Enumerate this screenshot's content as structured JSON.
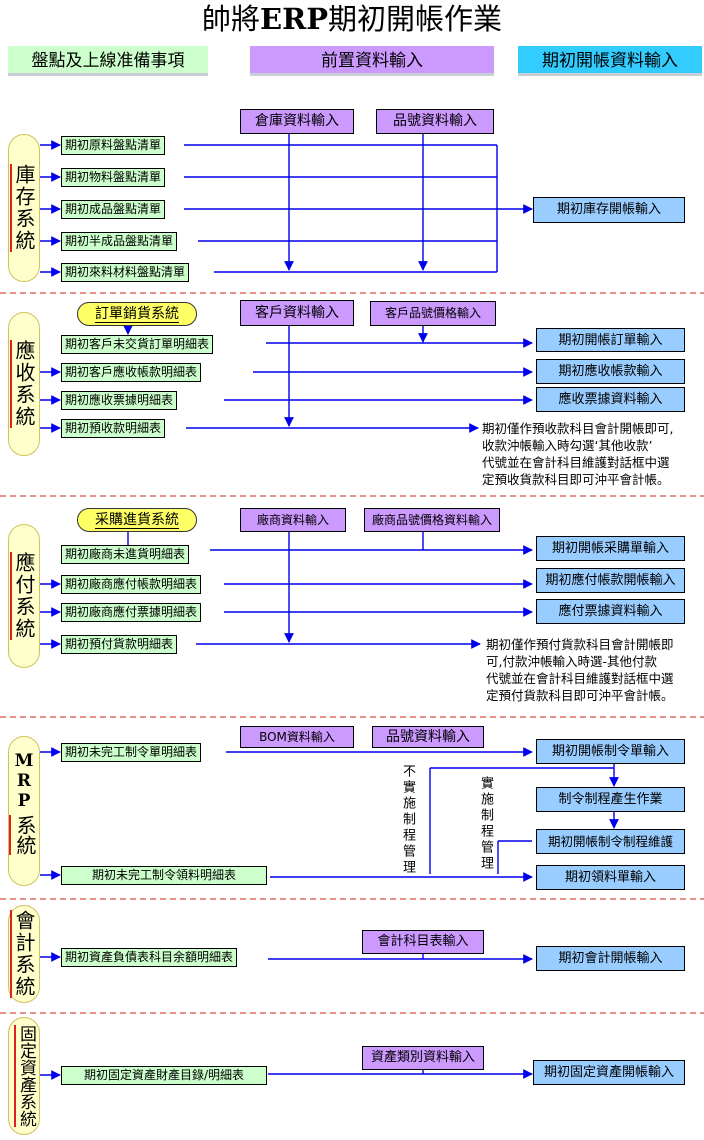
{
  "title_prefix": "帥將",
  "title_bold": "ERP",
  "title_suffix": "期初開帳作業",
  "headers": {
    "left": "盤點及上線准備事項",
    "middle": "前置資料輸入",
    "right": "期初開帳資料輸入"
  },
  "inventory": {
    "side_label": "庫存系統",
    "sources": [
      "期初原料盤點清單",
      "期初物料盤點清單",
      "期初成品盤點清單",
      "期初半成品盤點清單",
      "期初來料材料盤點清單"
    ],
    "masters": [
      "倉庫資料輸入",
      "品號資料輸入"
    ],
    "targets": [
      "期初庫存開帳輸入"
    ]
  },
  "receivable": {
    "side_label": "應收系統",
    "subsystem": "訂單銷貨系統",
    "sources": [
      "期初客戶未交貨訂單明細表",
      "期初客戶應收帳款明細表",
      "期初應收票據明細表",
      "期初預收款明細表"
    ],
    "masters": [
      "客戶資料輸入",
      "客戶品號價格輸入"
    ],
    "targets": [
      "期初開帳訂單輸入",
      "期初應收帳款輸入",
      "應收票據資料輸入"
    ],
    "note": [
      "期初僅作預收款科目會計開帳即可,",
      "收款沖帳輸入時勾選‘其他收款’",
      "代號並在會計科目維護對話框中選",
      "定預收貨款科目即可沖平會計帳。"
    ]
  },
  "payable": {
    "side_label": "應付系統",
    "subsystem": "采購進貨系統",
    "sources": [
      "期初廠商未進貨明細表",
      "期初廠商應付帳款明細表",
      "期初廠商應付票據明細表",
      "期初預付貨款明細表"
    ],
    "masters": [
      "廠商資料輸入",
      "廠商品號價格資料輸入"
    ],
    "targets": [
      "期初開帳采購單輸入",
      "期初應付帳款開帳輸入",
      "應付票據資料輸入"
    ],
    "note": [
      "期初僅作預付貨款科目會計開帳即",
      "可,付款沖帳輸入時選-其他付款",
      "代號並在會計科目維護對話框中選",
      "定預付貨款科目即可沖平會計帳。"
    ]
  },
  "mrp": {
    "side_label_top": "MRP",
    "side_label_bottom": "系統",
    "sources": [
      "期初未完工制令單明細表",
      "期初未完工制令領料明細表"
    ],
    "masters": [
      "BOM資料輸入",
      "品號資料輸入"
    ],
    "targets": [
      "期初開帳制令單輸入",
      "制令制程產生作業",
      "期初開帳制令制程維護",
      "期初領料單輸入"
    ],
    "branch_no": "不實施制程管理",
    "branch_yes": "實施制程管理"
  },
  "accounting": {
    "side_label": "會計系統",
    "sources": [
      "期初資產負債表科目余額明細表"
    ],
    "masters": [
      "會計科目表輸入"
    ],
    "targets": [
      "期初會計開帳輸入"
    ]
  },
  "assets": {
    "side_label": "固定資產系統",
    "sources": [
      "期初固定資產財產目錄/明細表"
    ],
    "masters": [
      "資產類別資料輸入"
    ],
    "targets": [
      "期初固定資產開帳輸入"
    ]
  }
}
